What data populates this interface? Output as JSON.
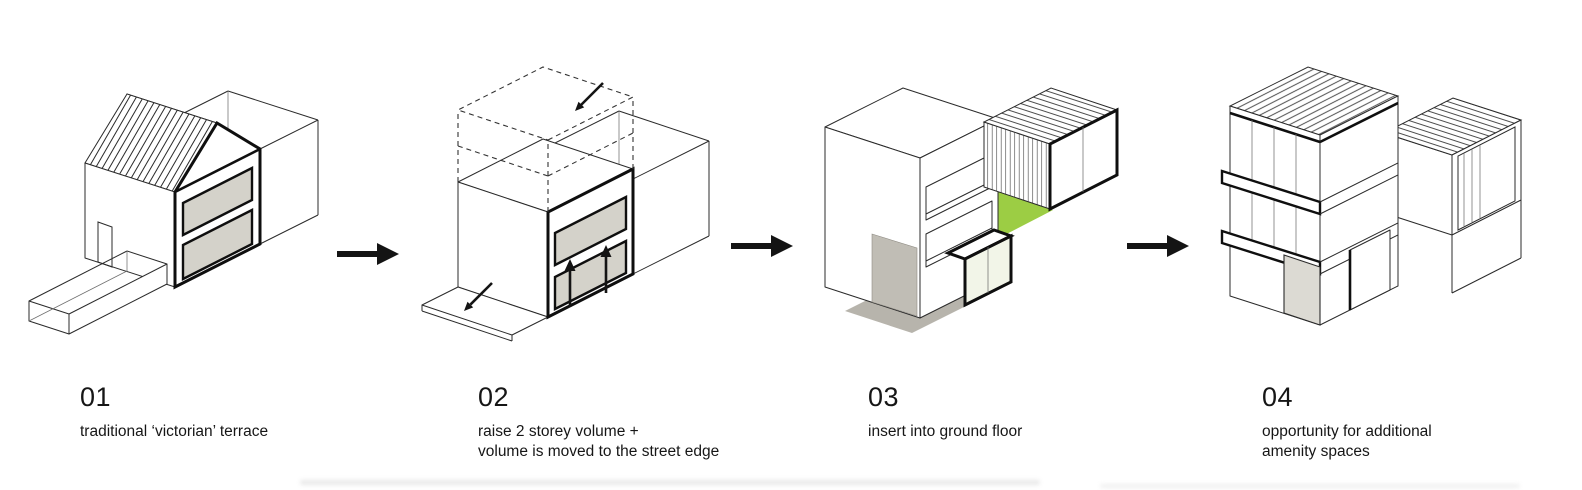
{
  "figure": {
    "steps": [
      {
        "number": "01",
        "caption_lines": [
          "traditional ‘victorian’ terrace"
        ],
        "drawing": "victorian-terrace-axonometric"
      },
      {
        "number": "02",
        "caption_lines": [
          "raise 2 storey volume  +",
          "volume is moved to the street edge"
        ],
        "drawing": "raised-two-storey-volume-axonometric"
      },
      {
        "number": "03",
        "caption_lines": [
          "insert into ground floor"
        ],
        "drawing": "ground-floor-insertion-axonometric"
      },
      {
        "number": "04",
        "caption_lines": [
          "opportunity for additional",
          "amenity spaces"
        ],
        "drawing": "final-scheme-axonometric"
      }
    ],
    "arrows": {
      "icon": "arrow-right",
      "glyph": "→",
      "count": 3
    },
    "colors": {
      "line": "#1d1d1d",
      "section_fill": "#d4d2ca",
      "ground_gray": "#b7b4ac",
      "entrance_gray": "#c0bdb5",
      "courtyard_green": "#9ccd44",
      "paper": "#ffffff"
    }
  }
}
